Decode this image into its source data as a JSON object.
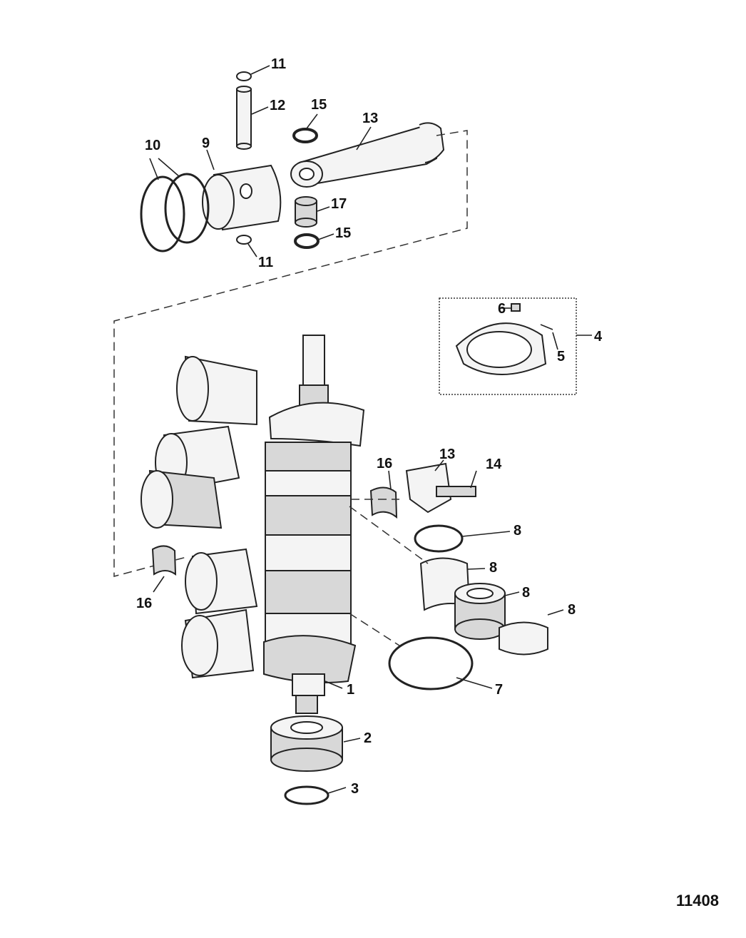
{
  "callouts": [
    {
      "id": "c11a",
      "text": "11"
    },
    {
      "id": "c12",
      "text": "12"
    },
    {
      "id": "c15a",
      "text": "15"
    },
    {
      "id": "c13a",
      "text": "13"
    },
    {
      "id": "c10",
      "text": "10"
    },
    {
      "id": "c9",
      "text": "9"
    },
    {
      "id": "c17",
      "text": "17"
    },
    {
      "id": "c15b",
      "text": "15"
    },
    {
      "id": "c11b",
      "text": "11"
    },
    {
      "id": "c6",
      "text": "6"
    },
    {
      "id": "c4",
      "text": "4"
    },
    {
      "id": "c5",
      "text": "5"
    },
    {
      "id": "c13b",
      "text": "13"
    },
    {
      "id": "c16a",
      "text": "16"
    },
    {
      "id": "c14",
      "text": "14"
    },
    {
      "id": "c8a",
      "text": "8"
    },
    {
      "id": "c8b",
      "text": "8"
    },
    {
      "id": "c8c",
      "text": "8"
    },
    {
      "id": "c8d",
      "text": "8"
    },
    {
      "id": "c16b",
      "text": "16"
    },
    {
      "id": "c1",
      "text": "1"
    },
    {
      "id": "c7",
      "text": "7"
    },
    {
      "id": "c2",
      "text": "2"
    },
    {
      "id": "c3",
      "text": "3"
    }
  ],
  "figure_number": "11408"
}
